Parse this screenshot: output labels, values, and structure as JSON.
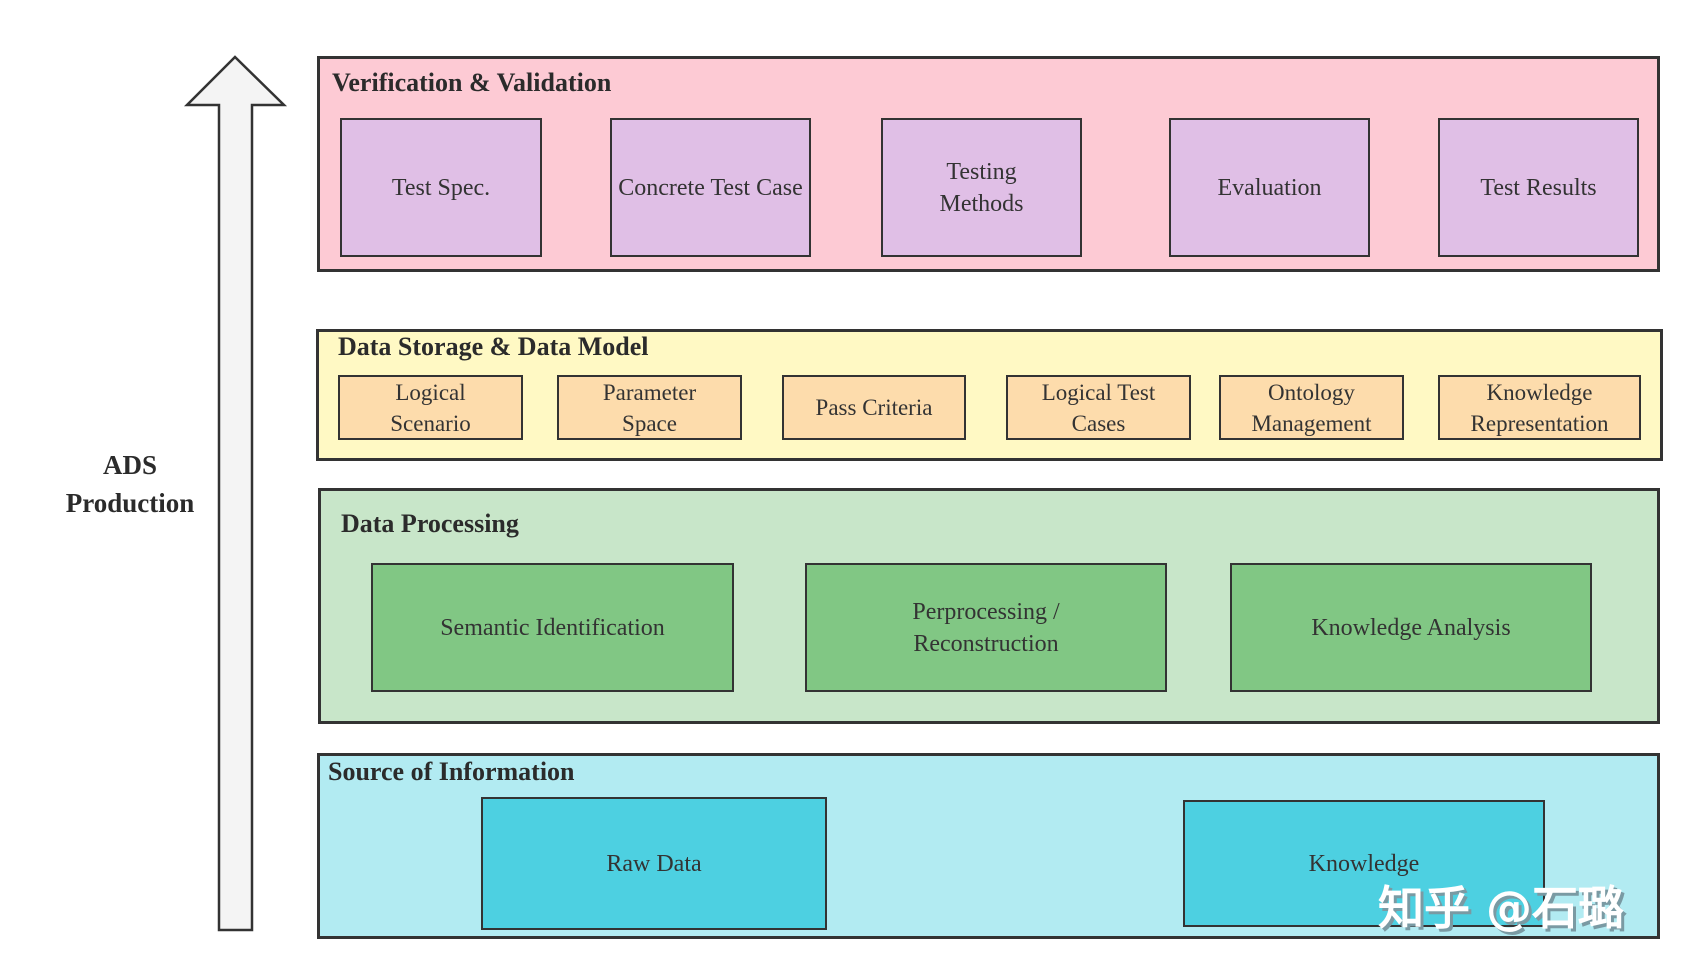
{
  "side_label": {
    "line1": "ADS",
    "line2": "Production"
  },
  "layers": {
    "vv": {
      "title": "Verification  & Validation",
      "items": [
        "Test Spec.",
        "Concrete Test Case",
        "Testing Methods",
        "Evaluation",
        "Test Results"
      ]
    },
    "storage": {
      "title": "Data Storage & Data Model",
      "items": [
        "Logical Scenario",
        "Parameter Space",
        "Pass Criteria",
        "Logical Test Cases",
        "Ontology Management",
        "Knowledge Representation"
      ]
    },
    "processing": {
      "title": "Data Processing",
      "items": [
        "Semantic Identification",
        "Perprocessing / Reconstruction",
        "Knowledge Analysis"
      ]
    },
    "source": {
      "title": "Source of Information",
      "items": [
        "Raw Data",
        "Knowledge"
      ]
    }
  },
  "watermark": "知乎 @石璐",
  "colors": {
    "pink": "#fdcad4",
    "purple": "#e0bfe6",
    "yellow": "#fff9c4",
    "orange": "#fddcac",
    "green_bg": "#c8e6c9",
    "green": "#81c784",
    "cyan_bg": "#b2ebf2",
    "cyan": "#4dd0e1"
  }
}
